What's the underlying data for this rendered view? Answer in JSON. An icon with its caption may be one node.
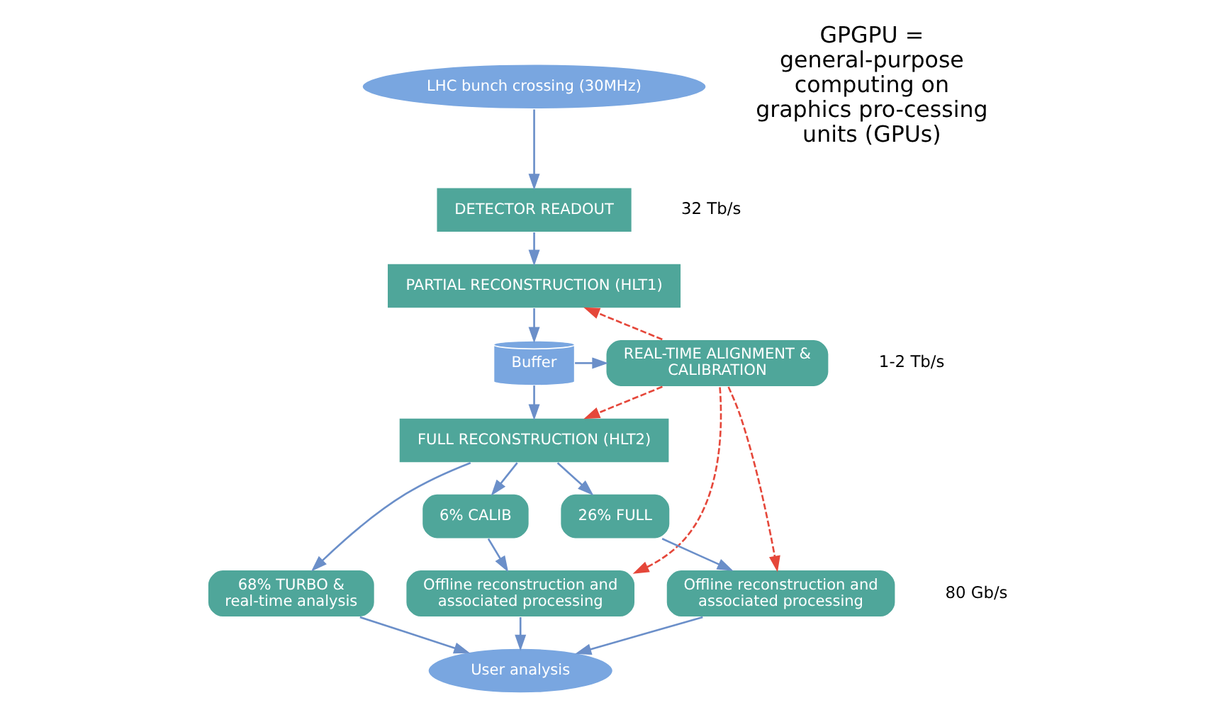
{
  "diagram": {
    "nodes": [
      {
        "text": [
          "LHC bunch crossing (30MHz)"
        ]
      },
      {
        "text": [
          "DETECTOR READOUT"
        ]
      },
      {
        "text": [
          "PARTIAL RECONSTRUCTION (HLT1)"
        ]
      },
      {
        "text": [
          "Buffer"
        ]
      },
      {
        "text": [
          "REAL-TIME ALIGNMENT & CALIBRATION"
        ]
      },
      {
        "text": [
          "FULL RECONSTRUCTION (HLT2)"
        ]
      },
      {
        "text": [
          "26% FULL"
        ]
      },
      {
        "text": [
          "Offline reconstruction and associated processing"
        ]
      },
      {
        "text": [
          "68% TURBO & real-time analysis"
        ]
      },
      {
        "text": [
          "User analysis"
        ]
      },
      {
        "text": [
          "6% CALIB"
        ]
      },
      {
        "text": [
          "Offline reconstruction and associated processing"
        ]
      }
    ],
    "edges": [
      {
        "from": 0,
        "to": 1,
        "arrow": "to"
      },
      {
        "from": 1,
        "to": 2,
        "arrow": "to"
      },
      {
        "from": 2,
        "to": 3,
        "arrow": "to"
      },
      {
        "from": 3,
        "to": 4,
        "arrow": "to"
      },
      {
        "from": 3,
        "to": 5,
        "arrow": "to"
      },
      {
        "from": 4,
        "to": 2,
        "arrow": "to",
        "style": "dashed",
        "color": "#e5473a"
      },
      {
        "from": 4,
        "to": 5,
        "arrow": "to",
        "style": "dashed",
        "color": "#e5473a"
      },
      {
        "from": 4,
        "to": 7,
        "arrow": "to",
        "style": "dashed",
        "color": "#e5473a"
      },
      {
        "from": 4,
        "to": 11,
        "arrow": "to",
        "style": "dashed",
        "color": "#e5473a"
      },
      {
        "from": 5,
        "to": 6,
        "arrow": "to"
      },
      {
        "from": 5,
        "to": 8,
        "arrow": "to"
      },
      {
        "from": 5,
        "to": 10,
        "arrow": "to"
      },
      {
        "from": 6,
        "to": 7,
        "arrow": "to"
      },
      {
        "from": 8,
        "to": 9,
        "arrow": "to"
      },
      {
        "from": 10,
        "to": 11,
        "arrow": "to"
      },
      {
        "from": 7,
        "to": 9,
        "arrow": "to"
      },
      {
        "from": 11,
        "to": 9,
        "arrow": "to"
      }
    ],
    "labels": [
      "GPGPU = general-purpose computing on graphics pro-cessing units (GPUs)",
      "32 Tb/s",
      "1-2 Tb/s",
      "80 Gb/s"
    ]
  }
}
